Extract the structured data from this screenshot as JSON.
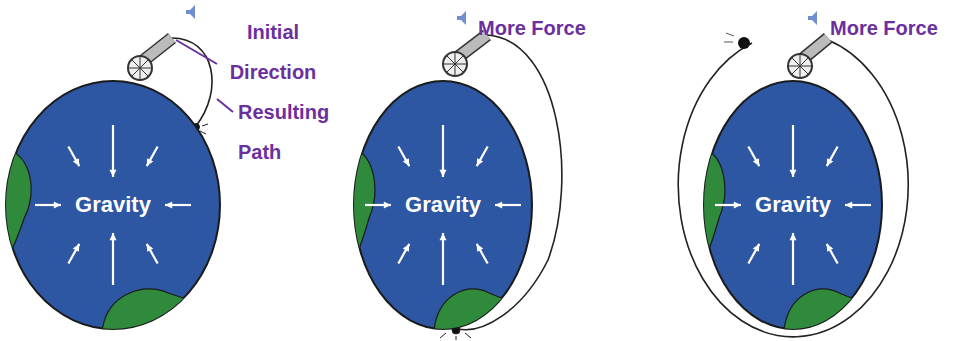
{
  "diagram": {
    "nodes": [
      {
        "text": [
          "Gravity"
        ]
      },
      {
        "text": [
          "Gravity"
        ]
      },
      {
        "text": [
          "Gravity"
        ]
      }
    ],
    "labels": [
      "Initial Direction",
      "Resulting Path",
      "More Force",
      "More Force"
    ]
  }
}
